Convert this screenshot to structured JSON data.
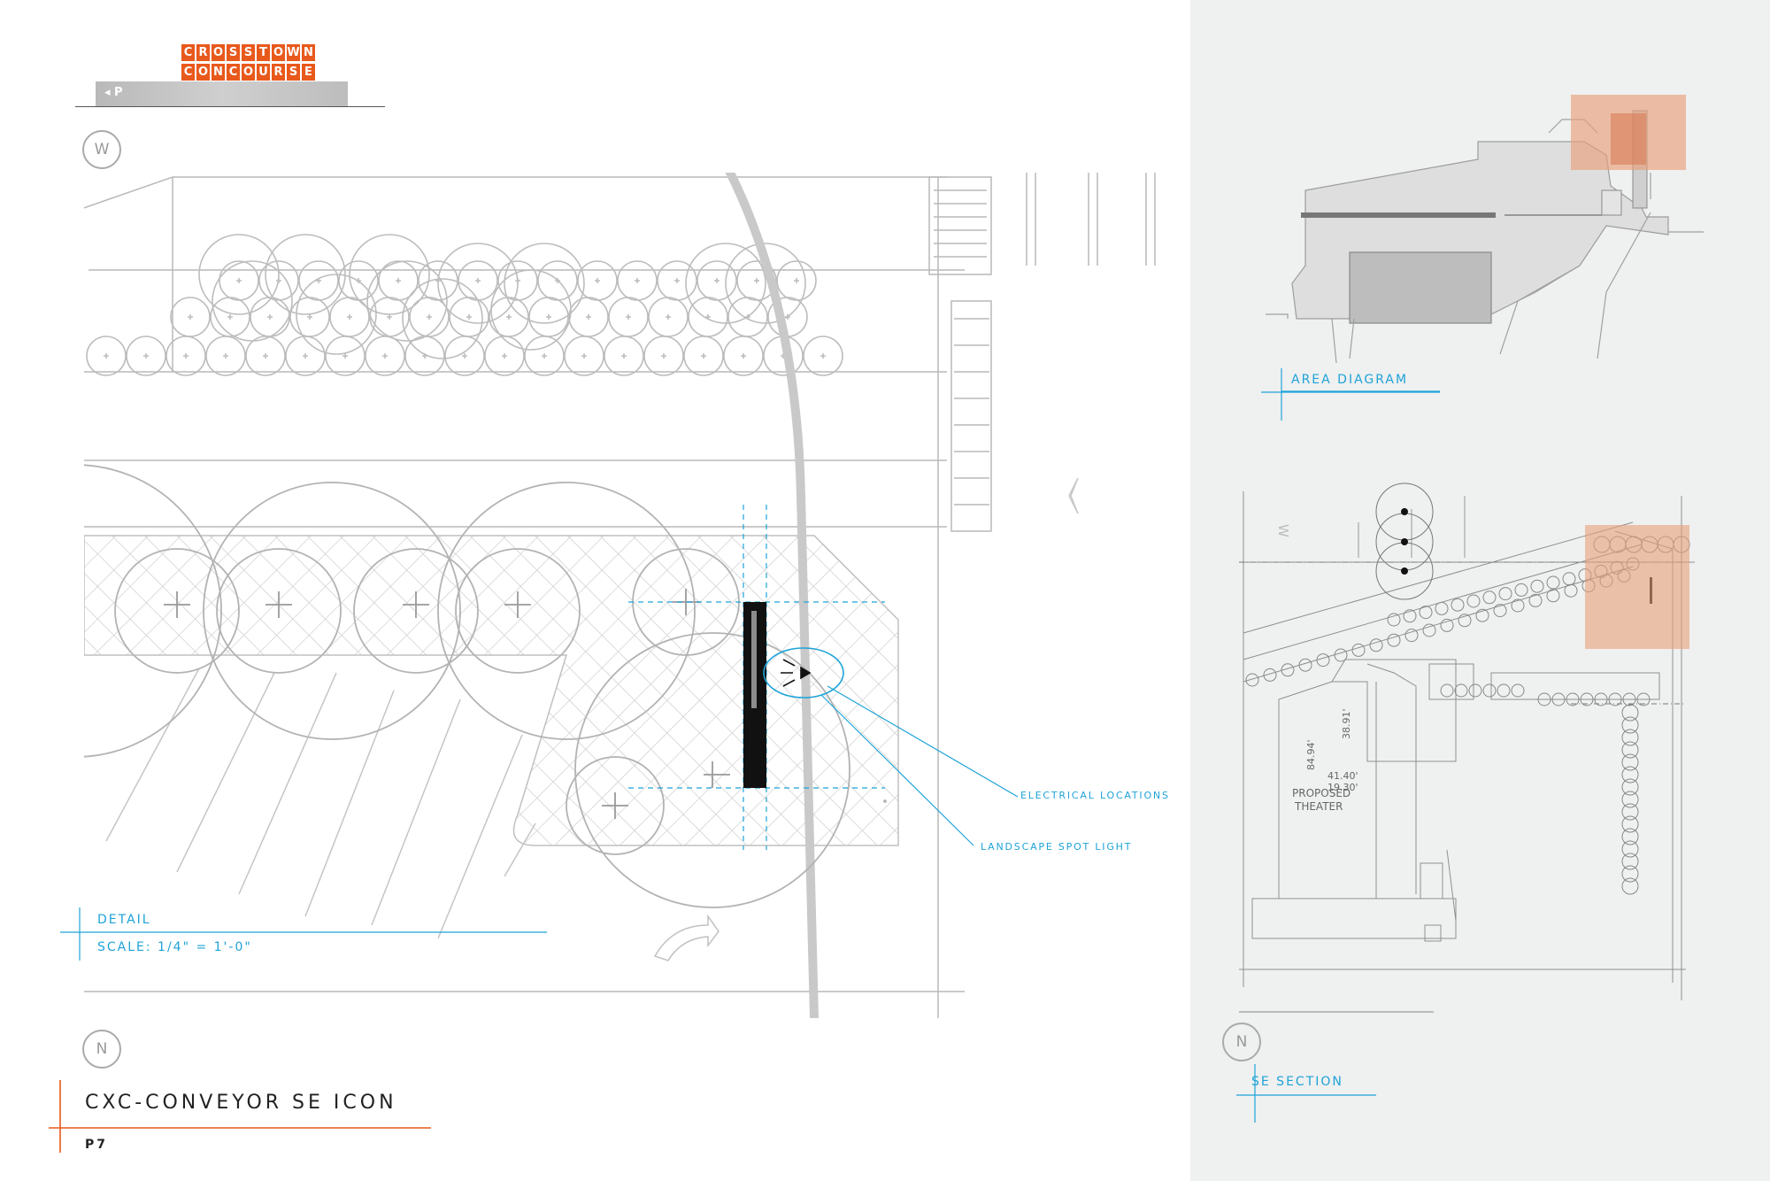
{
  "brand": {
    "line1": "CROSSTOWN",
    "line2": "CONCOURSE",
    "tab_label": "◂ P",
    "accent": "#e8591c"
  },
  "compass": {
    "detail_top": "W",
    "detail_bottom": "N",
    "section": "N"
  },
  "callouts": {
    "electrical": "ELECTRICAL LOCATIONS",
    "spotlight": "LANDSCAPE SPOT LIGHT"
  },
  "detail": {
    "heading": "DETAIL",
    "scale": "SCALE: 1/4\" = 1'-0\""
  },
  "sheet": {
    "title": "CXC-CONVEYOR SE ICON",
    "page": "P7"
  },
  "area_diagram": {
    "heading": "AREA DIAGRAM"
  },
  "se_section": {
    "heading": "SE SECTION",
    "theater_label_1": "PROPOSED",
    "theater_label_2": "THEATER",
    "dims": [
      "38.91'",
      "84.94'",
      "41.40'",
      "19.30'"
    ],
    "road_label": "W"
  },
  "colors": {
    "accent_blue": "#1ea3d8",
    "highlight_orange": "#e8a07a",
    "line_gray": "#b5b5b5",
    "panel_bg": "#eff0f0"
  }
}
